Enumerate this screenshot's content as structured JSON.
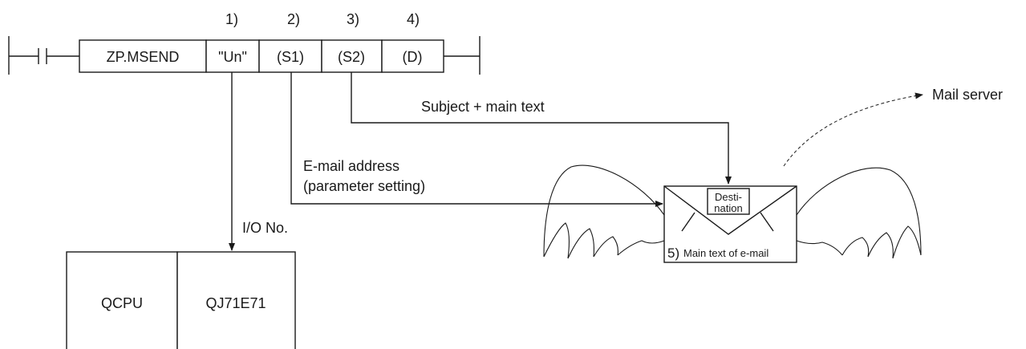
{
  "markers": [
    "1)",
    "2)",
    "3)",
    "4)"
  ],
  "instruction": {
    "name": "ZP.MSEND",
    "args": [
      "\"Un\"",
      "(S1)",
      "(S2)",
      "(D)"
    ]
  },
  "labels": {
    "subject": "Subject + main text",
    "email_line1": "E-mail address",
    "email_line2": "(parameter setting)",
    "io": "I/O No.",
    "mail_server": "Mail server"
  },
  "modules": [
    "QCPU",
    "QJ71E71"
  ],
  "envelope": {
    "dest_line1": "Desti-",
    "dest_line2": "nation",
    "num": "5)",
    "caption": "Main text of e-mail"
  }
}
